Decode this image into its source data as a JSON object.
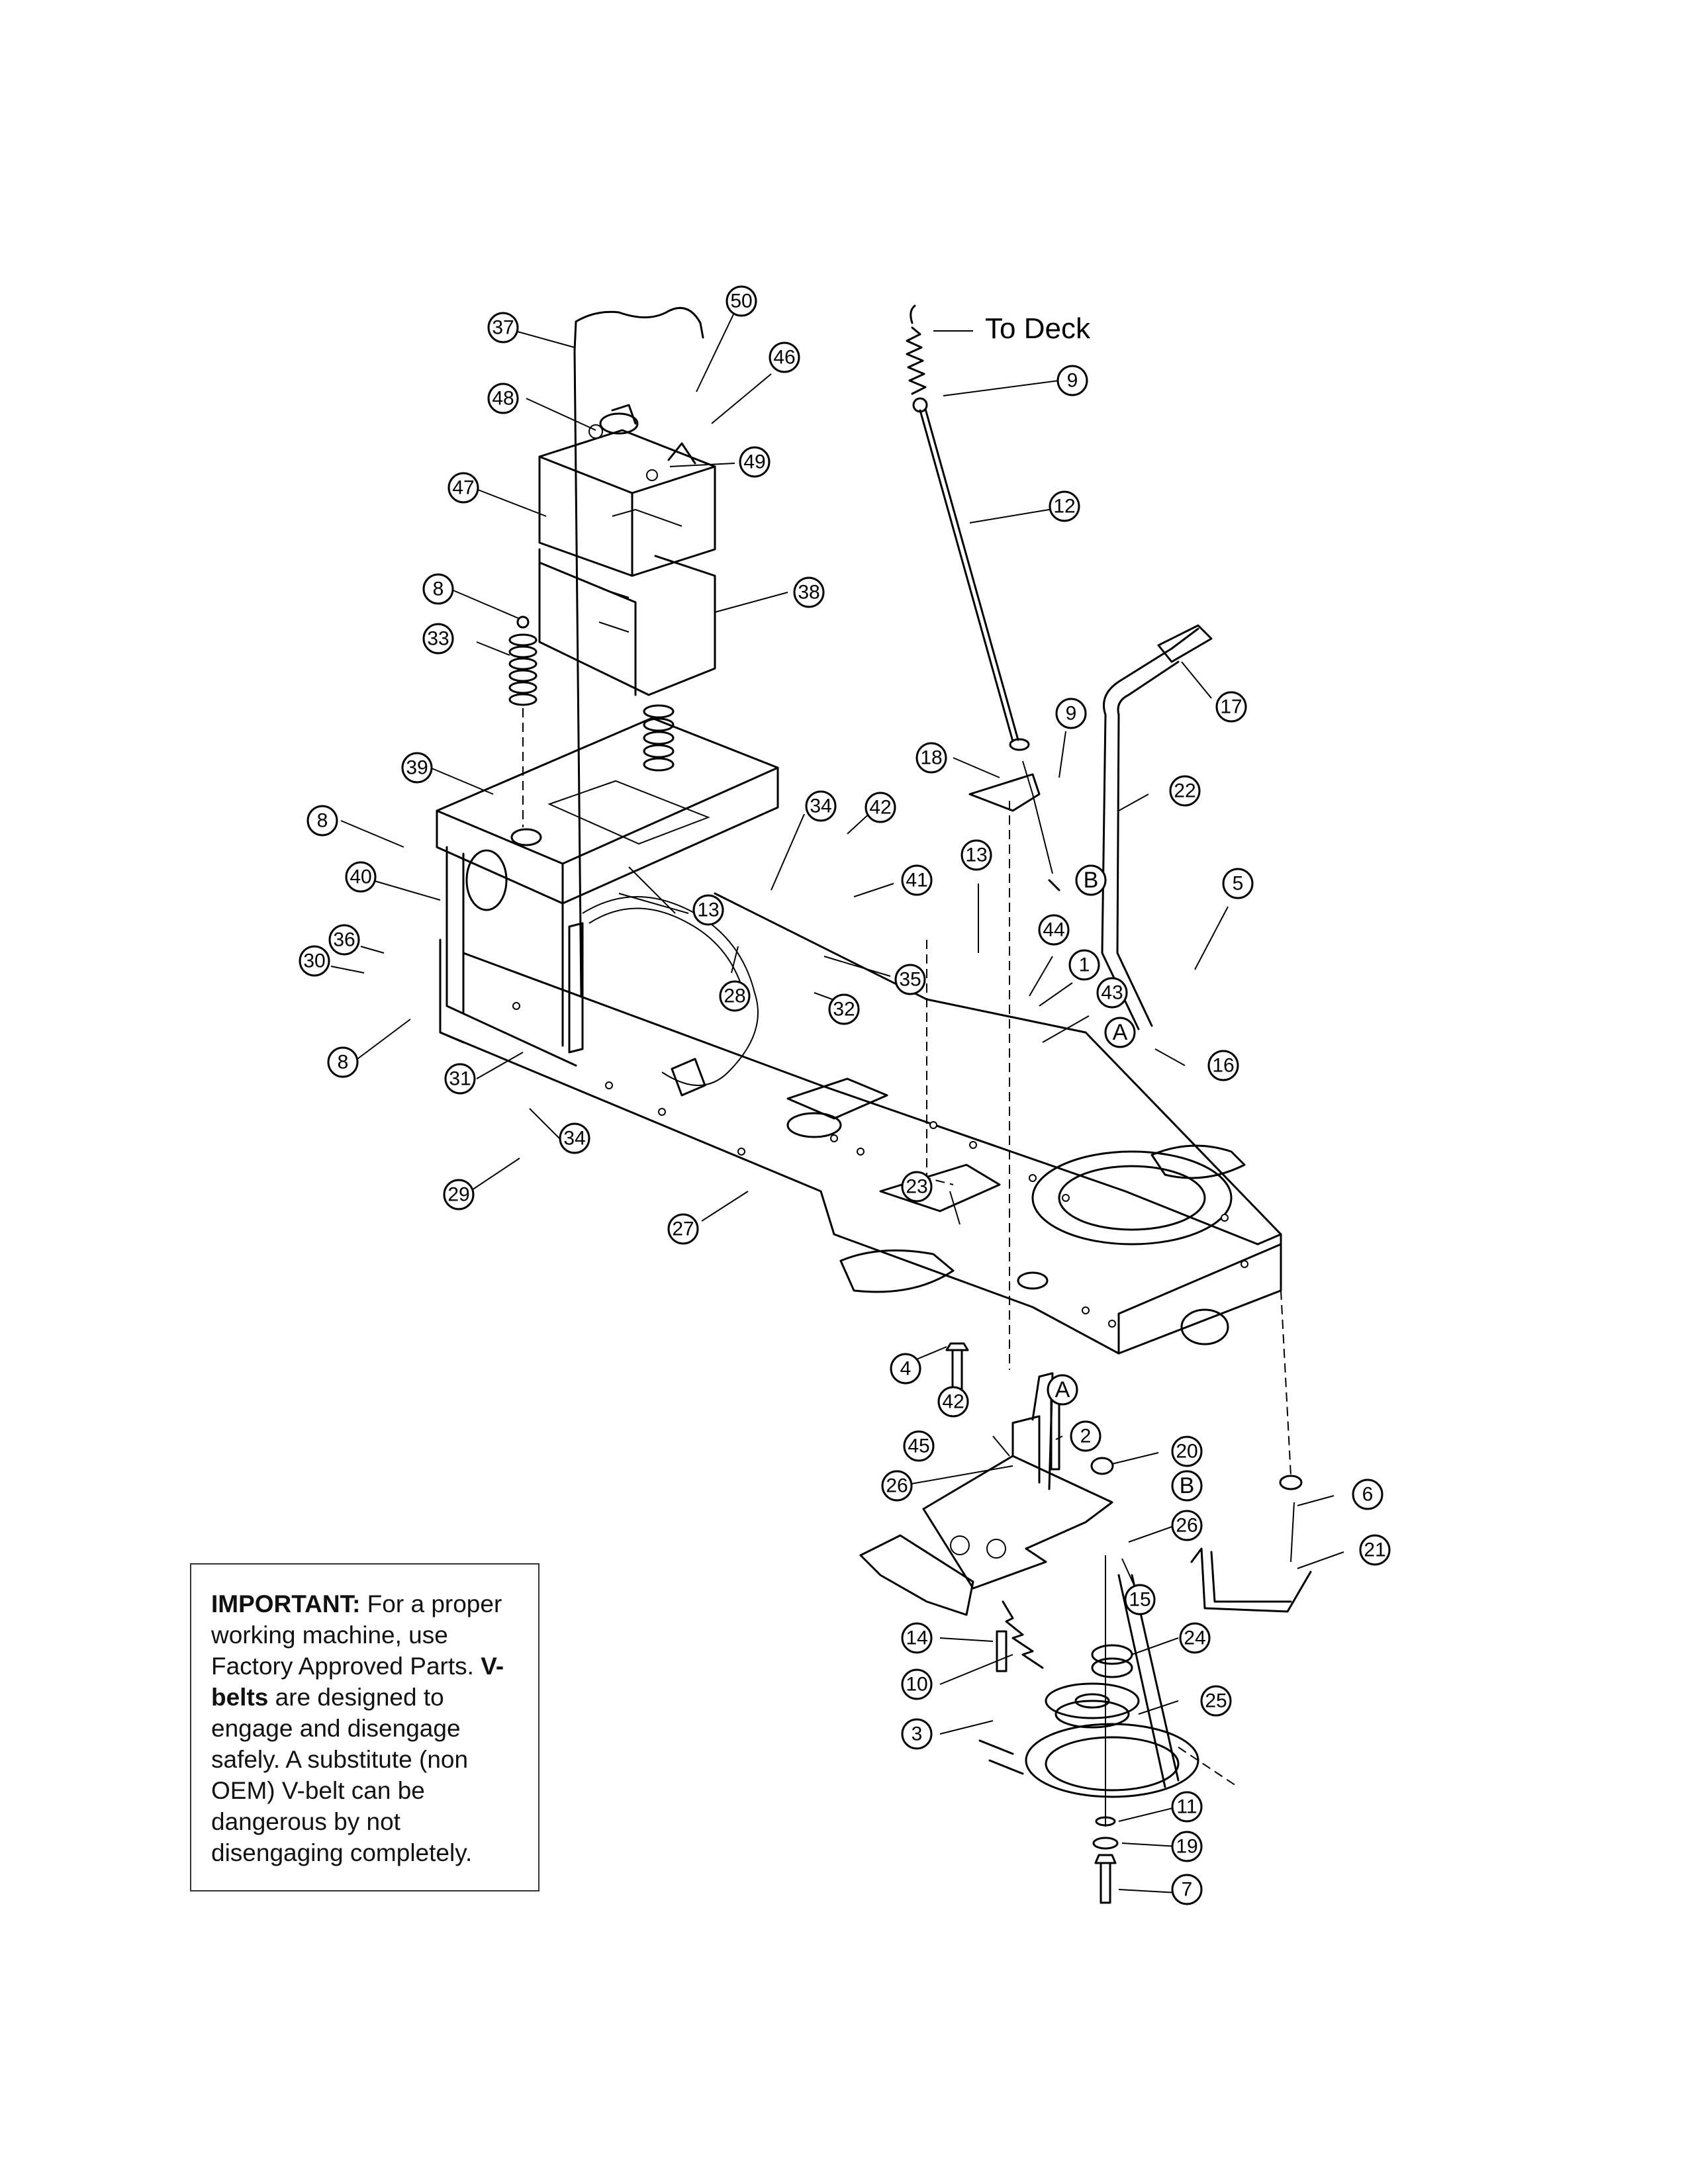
{
  "diagram": {
    "to_deck_label": "To Deck",
    "callouts": [
      {
        "id": "c50",
        "label": "50"
      },
      {
        "id": "c37",
        "label": "37"
      },
      {
        "id": "c46",
        "label": "46"
      },
      {
        "id": "c48",
        "label": "48"
      },
      {
        "id": "c49",
        "label": "49"
      },
      {
        "id": "c47",
        "label": "47"
      },
      {
        "id": "c38",
        "label": "38"
      },
      {
        "id": "c8a",
        "label": "8"
      },
      {
        "id": "c33",
        "label": "33"
      },
      {
        "id": "c39",
        "label": "39"
      },
      {
        "id": "c8b",
        "label": "8"
      },
      {
        "id": "c40",
        "label": "40"
      },
      {
        "id": "c36",
        "label": "36"
      },
      {
        "id": "c30",
        "label": "30"
      },
      {
        "id": "c8c",
        "label": "8"
      },
      {
        "id": "c34a",
        "label": "34"
      },
      {
        "id": "c42a",
        "label": "42"
      },
      {
        "id": "c41",
        "label": "41"
      },
      {
        "id": "c13a",
        "label": "13"
      },
      {
        "id": "c28",
        "label": "28"
      },
      {
        "id": "c35",
        "label": "35"
      },
      {
        "id": "c32",
        "label": "32"
      },
      {
        "id": "c31",
        "label": "31"
      },
      {
        "id": "c34b",
        "label": "34"
      },
      {
        "id": "c29",
        "label": "29"
      },
      {
        "id": "c27",
        "label": "27"
      },
      {
        "id": "c9a",
        "label": "9"
      },
      {
        "id": "c12",
        "label": "12"
      },
      {
        "id": "c17",
        "label": "17"
      },
      {
        "id": "c9b",
        "label": "9"
      },
      {
        "id": "c18",
        "label": "18"
      },
      {
        "id": "c22",
        "label": "22"
      },
      {
        "id": "c13b",
        "label": "13"
      },
      {
        "id": "c5",
        "label": "5"
      },
      {
        "id": "c44",
        "label": "44"
      },
      {
        "id": "c1",
        "label": "1"
      },
      {
        "id": "c43",
        "label": "43"
      },
      {
        "id": "c16",
        "label": "16"
      },
      {
        "id": "c23",
        "label": "23"
      },
      {
        "id": "c4",
        "label": "4"
      },
      {
        "id": "c42b",
        "label": "42"
      },
      {
        "id": "c45",
        "label": "45"
      },
      {
        "id": "c2",
        "label": "2"
      },
      {
        "id": "c20",
        "label": "20"
      },
      {
        "id": "c26a",
        "label": "26"
      },
      {
        "id": "c6",
        "label": "6"
      },
      {
        "id": "c26b",
        "label": "26"
      },
      {
        "id": "c21",
        "label": "21"
      },
      {
        "id": "c15",
        "label": "15"
      },
      {
        "id": "c14",
        "label": "14"
      },
      {
        "id": "c24",
        "label": "24"
      },
      {
        "id": "c10",
        "label": "10"
      },
      {
        "id": "c25",
        "label": "25"
      },
      {
        "id": "c3",
        "label": "3"
      },
      {
        "id": "c11",
        "label": "11"
      },
      {
        "id": "c19",
        "label": "19"
      },
      {
        "id": "c7",
        "label": "7"
      }
    ],
    "reference_letters": [
      {
        "id": "rB1",
        "label": "B"
      },
      {
        "id": "rA1",
        "label": "A"
      },
      {
        "id": "rA2",
        "label": "A"
      },
      {
        "id": "rB2",
        "label": "B"
      }
    ]
  },
  "notice": {
    "heading": "IMPORTANT:",
    "text1": " For a proper working machine, use Factory Approved Parts. ",
    "emphasis": "V-belts",
    "text2": " are designed to engage and disengage safely. A substitute (non OEM) V-belt can be dangerous by not disengaging completely."
  }
}
